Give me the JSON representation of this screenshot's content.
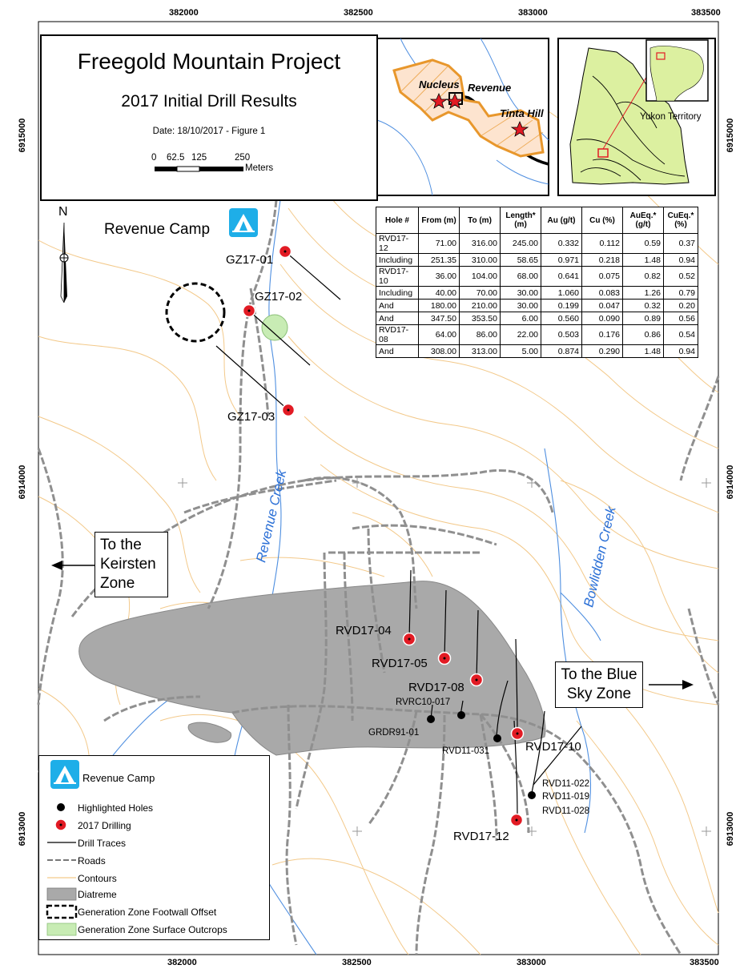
{
  "title": {
    "main": "Freegold Mountain Project",
    "sub": "2017 Initial Drill Results",
    "date": "Date: 18/10/2017   -  Figure 1"
  },
  "scale_bar": {
    "ticks": [
      "0",
      "62.5",
      "125",
      "250"
    ],
    "unit": "Meters"
  },
  "north_arrow": "N",
  "coords": {
    "x_top": [
      "382000",
      "382500",
      "383000",
      "383500"
    ],
    "x_bottom": [
      "382000",
      "382500",
      "383000",
      "383500"
    ],
    "y_left": [
      "6915000",
      "6914000",
      "6913000"
    ],
    "y_right": [
      "6915000",
      "6914000",
      "6913000"
    ]
  },
  "inset_local": {
    "labels": [
      "Nucleus",
      "Revenue",
      "Tinta Hill"
    ]
  },
  "inset_region": {
    "label": "Yukon Territory"
  },
  "table": {
    "headers": [
      "Hole #",
      "From (m)",
      "To (m)",
      "Length* (m)",
      "Au (g/t)",
      "Cu (%)",
      "AuEq.* (g/t)",
      "CuEq.* (%)"
    ],
    "rows": [
      [
        "RVD17-12",
        "71.00",
        "316.00",
        "245.00",
        "0.332",
        "0.112",
        "0.59",
        "0.37"
      ],
      [
        "Including",
        "251.35",
        "310.00",
        "58.65",
        "0.971",
        "0.218",
        "1.48",
        "0.94"
      ],
      [
        "RVD17-10",
        "36.00",
        "104.00",
        "68.00",
        "0.641",
        "0.075",
        "0.82",
        "0.52"
      ],
      [
        "Including",
        "40.00",
        "70.00",
        "30.00",
        "1.060",
        "0.083",
        "1.26",
        "0.79"
      ],
      [
        "And",
        "180.00",
        "210.00",
        "30.00",
        "0.199",
        "0.047",
        "0.32",
        "0.20"
      ],
      [
        "And",
        "347.50",
        "353.50",
        "6.00",
        "0.560",
        "0.090",
        "0.89",
        "0.56"
      ],
      [
        "RVD17-08",
        "64.00",
        "86.00",
        "22.00",
        "0.503",
        "0.176",
        "0.86",
        "0.54"
      ],
      [
        "And",
        "308.00",
        "313.00",
        "5.00",
        "0.874",
        "0.290",
        "1.48",
        "0.94"
      ]
    ]
  },
  "map_labels": {
    "revenue_camp": "Revenue Camp",
    "revenue_creek": "Revenue Creek",
    "bowlidden_creek": "Bowlidden Creek",
    "to_keirsten": [
      "To the",
      "Keirsten",
      "Zone"
    ],
    "to_blue_sky": [
      "To the Blue",
      "Sky Zone"
    ]
  },
  "holes": {
    "gz17_01": "GZ17-01",
    "gz17_02": "GZ17-02",
    "gz17_03": "GZ17-03",
    "rvd17_04": "RVD17-04",
    "rvd17_05": "RVD17-05",
    "rvd17_08": "RVD17-08",
    "rvrc10_017": "RVRC10-017",
    "grdr91_01": "GRDR91-01",
    "rvd11_031": "RVD11-031",
    "rvd17_10": "RVD17-10",
    "rvd11_022": "RVD11-022",
    "rvd11_019": "RVD11-019",
    "rvd11_028": "RVD11-028",
    "rvd17_12": "RVD17-12"
  },
  "legend": {
    "items": [
      "Revenue Camp",
      "Highlighted Holes",
      "2017 Drilling",
      "Drill Traces",
      "Roads",
      "Contours",
      "Diatreme",
      "Generation Zone Footwall Offset",
      "Generation Zone Surface Outcrops"
    ]
  },
  "colors": {
    "contour": "#f3c98a",
    "creek": "#4f8fe0",
    "diatreme": "#a9a9a9",
    "drill_red": "#e21b24",
    "outcrop": "#c8ecb4",
    "yukon_fill": "#dcf0a0",
    "claim_orange": "#e8972c",
    "camp_icon": "#1eaee8"
  }
}
